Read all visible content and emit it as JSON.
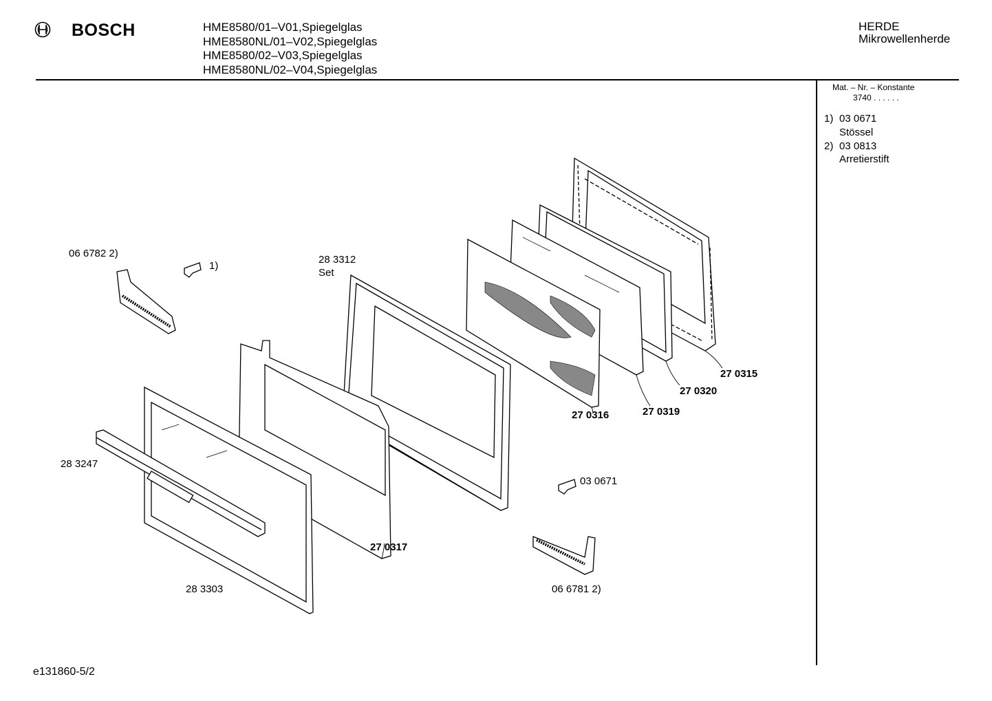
{
  "header": {
    "brand": "BOSCH",
    "models": [
      "HME8580/01–V01,Spiegelglas",
      "HME8580NL/01–V02,Spiegelglas",
      "HME8580/02–V03,Spiegelglas",
      "HME8580NL/02–V04,Spiegelglas"
    ],
    "category": [
      "HERDE",
      "Mikrowellenherde"
    ]
  },
  "side_panel": {
    "matnr_title": "Mat. – Nr. – Konstante",
    "matnr_value": "3740 . . . . . .",
    "notes": [
      {
        "num": "1)",
        "code": "03 0671",
        "desc": "Stössel"
      },
      {
        "num": "2)",
        "code": "03 0813",
        "desc": "Arretierstift"
      }
    ]
  },
  "parts": {
    "p066782": "06 6782 2)",
    "pin1": "1)",
    "p283312": "28 3312",
    "set": "Set",
    "p283247": "28 3247",
    "p283303": "28 3303",
    "p270317": "27 0317",
    "p270316": "27 0316",
    "p270319": "27 0319",
    "p270320": "27 0320",
    "p270315": "27 0315",
    "p030671": "03 0671",
    "p066781": "06 6781 2)"
  },
  "footer": "e131860-5/2"
}
